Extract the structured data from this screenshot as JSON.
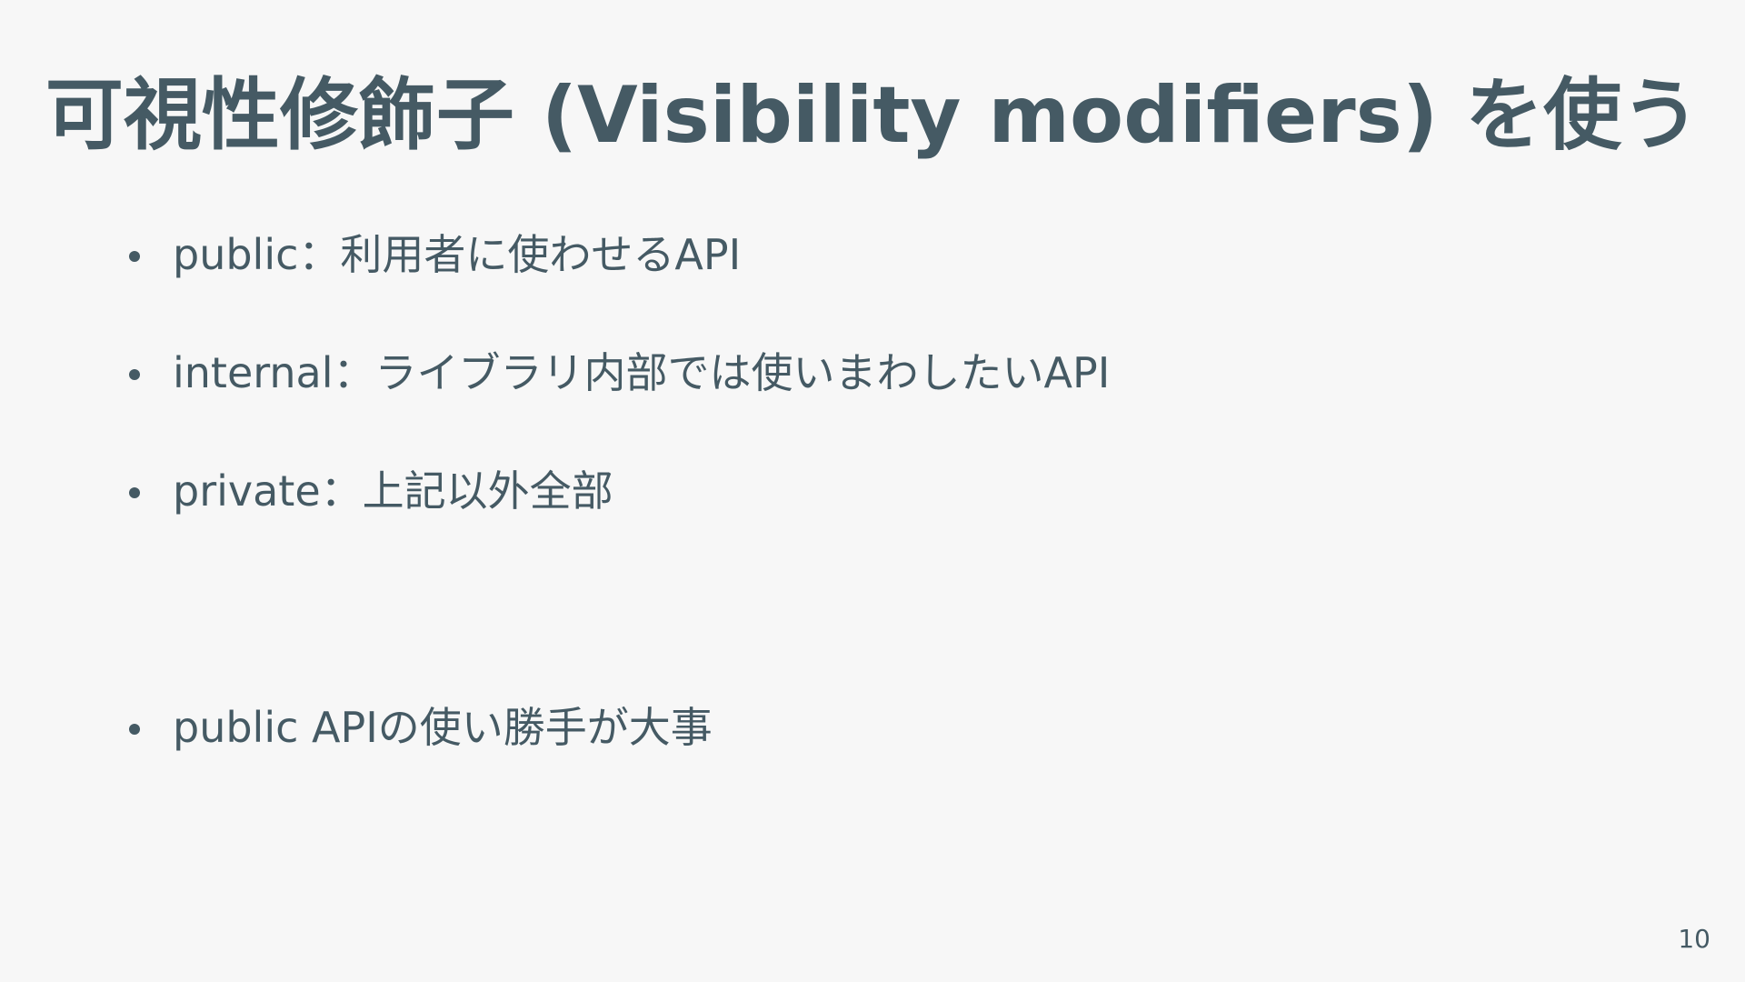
{
  "slide": {
    "title": "可視性修飾子 (Visibility modifiers) を使う",
    "bullets": [
      "public：利用者に使わせるAPI",
      "internal：ライブラリ内部では使いまわしたいAPI",
      "private：上記以外全部",
      "public APIの使い勝手が大事"
    ],
    "page_number": "10"
  }
}
